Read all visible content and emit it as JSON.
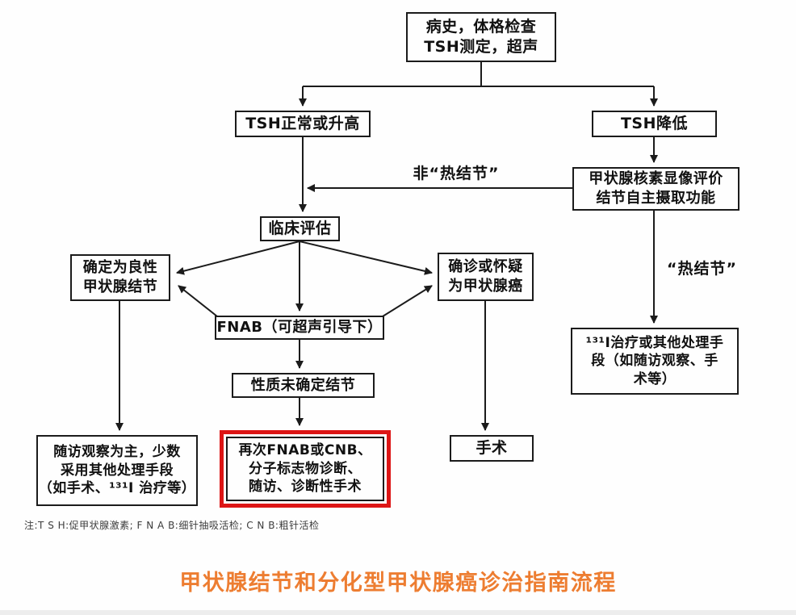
{
  "title": {
    "text": "甲状腺结节和分化型甲状腺癌诊治指南流程",
    "color": "#ed7d31"
  },
  "note": {
    "text": "注:T S H:促甲状腺激素; F N A B:细针抽吸活检; C N B:粗针活检"
  },
  "colors": {
    "line": "#1b1b1b",
    "highlight_red": "#dd1515",
    "title_orange": "#ed7d31",
    "background": "#fefefe"
  },
  "nodes": {
    "history": "病史，体格检查\nTSH测定，超声",
    "tsh_normal": "TSH正常或升高",
    "tsh_low": "TSH降低",
    "nuclear": "甲状腺核素显像评价\n结节自主摄取功能",
    "clinical": "临床评估",
    "benign": "确定为良性\n甲状腺结节",
    "suspect": "确诊或怀疑\n为甲状腺癌",
    "fnab": "FNAB（可超声引导下）",
    "undetermined": "性质未确定结节",
    "followup": "随访观察为主，少数\n采用其他处理手段\n（如手术、¹³¹I 治疗等）",
    "repeat": "再次FNAB或CNB、\n分子标志物诊断、\n随访、诊断性手术",
    "surgery": "手术",
    "i131": "¹³¹I治疗或其他处理手\n段（如随访观察、手\n术等）"
  },
  "edge_labels": {
    "not_hot": "非“热结节”",
    "hot": "“热结节”"
  }
}
